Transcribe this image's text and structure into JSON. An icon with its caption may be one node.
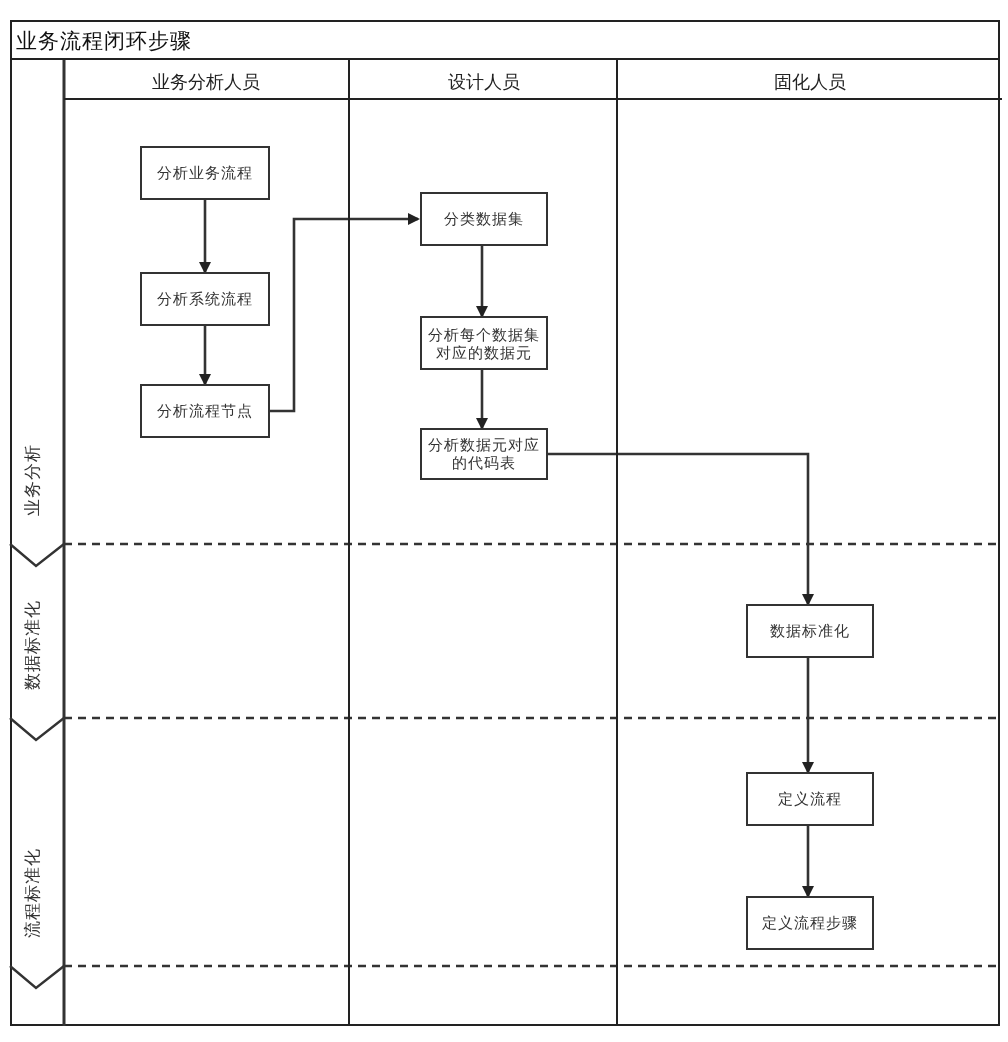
{
  "diagram": {
    "title": "业务流程闭环步骤",
    "nodes": [
      {
        "text": [
          "业务分析人员"
        ]
      },
      {
        "text": [
          "设计人员"
        ]
      },
      {
        "text": [
          "固化人员"
        ]
      },
      {
        "text": [
          "分析业务流程"
        ],
        "in": 0
      },
      {
        "text": [
          "分析系统流程"
        ],
        "in": 0
      },
      {
        "text": [
          "分析流程节点"
        ],
        "in": 0
      },
      {
        "text": [
          "分类数据集"
        ],
        "in": 1
      },
      {
        "text": [
          "分析每个数据集对应的数据元"
        ],
        "in": 1
      },
      {
        "text": [
          "分析数据元对应的代码表"
        ],
        "in": 1
      },
      {
        "text": [
          "数据标准化"
        ],
        "in": 2
      },
      {
        "text": [
          "定义流程"
        ],
        "in": 2
      },
      {
        "text": [
          "定义流程步骤"
        ],
        "in": 2
      }
    ],
    "edges": [
      {
        "from": 3,
        "to": 4,
        "arrow": "to"
      },
      {
        "from": 4,
        "to": 5,
        "arrow": "to"
      },
      {
        "from": 5,
        "to": 6,
        "arrow": "to"
      },
      {
        "from": 6,
        "to": 7,
        "arrow": "to"
      },
      {
        "from": 7,
        "to": 8,
        "arrow": "to"
      },
      {
        "from": 8,
        "to": 9,
        "arrow": "to"
      },
      {
        "from": 9,
        "to": 10,
        "arrow": "to"
      },
      {
        "from": 10,
        "to": 11,
        "arrow": "to"
      }
    ],
    "labels": [
      "业务分析",
      "数据标准化",
      "流程标准化"
    ]
  }
}
